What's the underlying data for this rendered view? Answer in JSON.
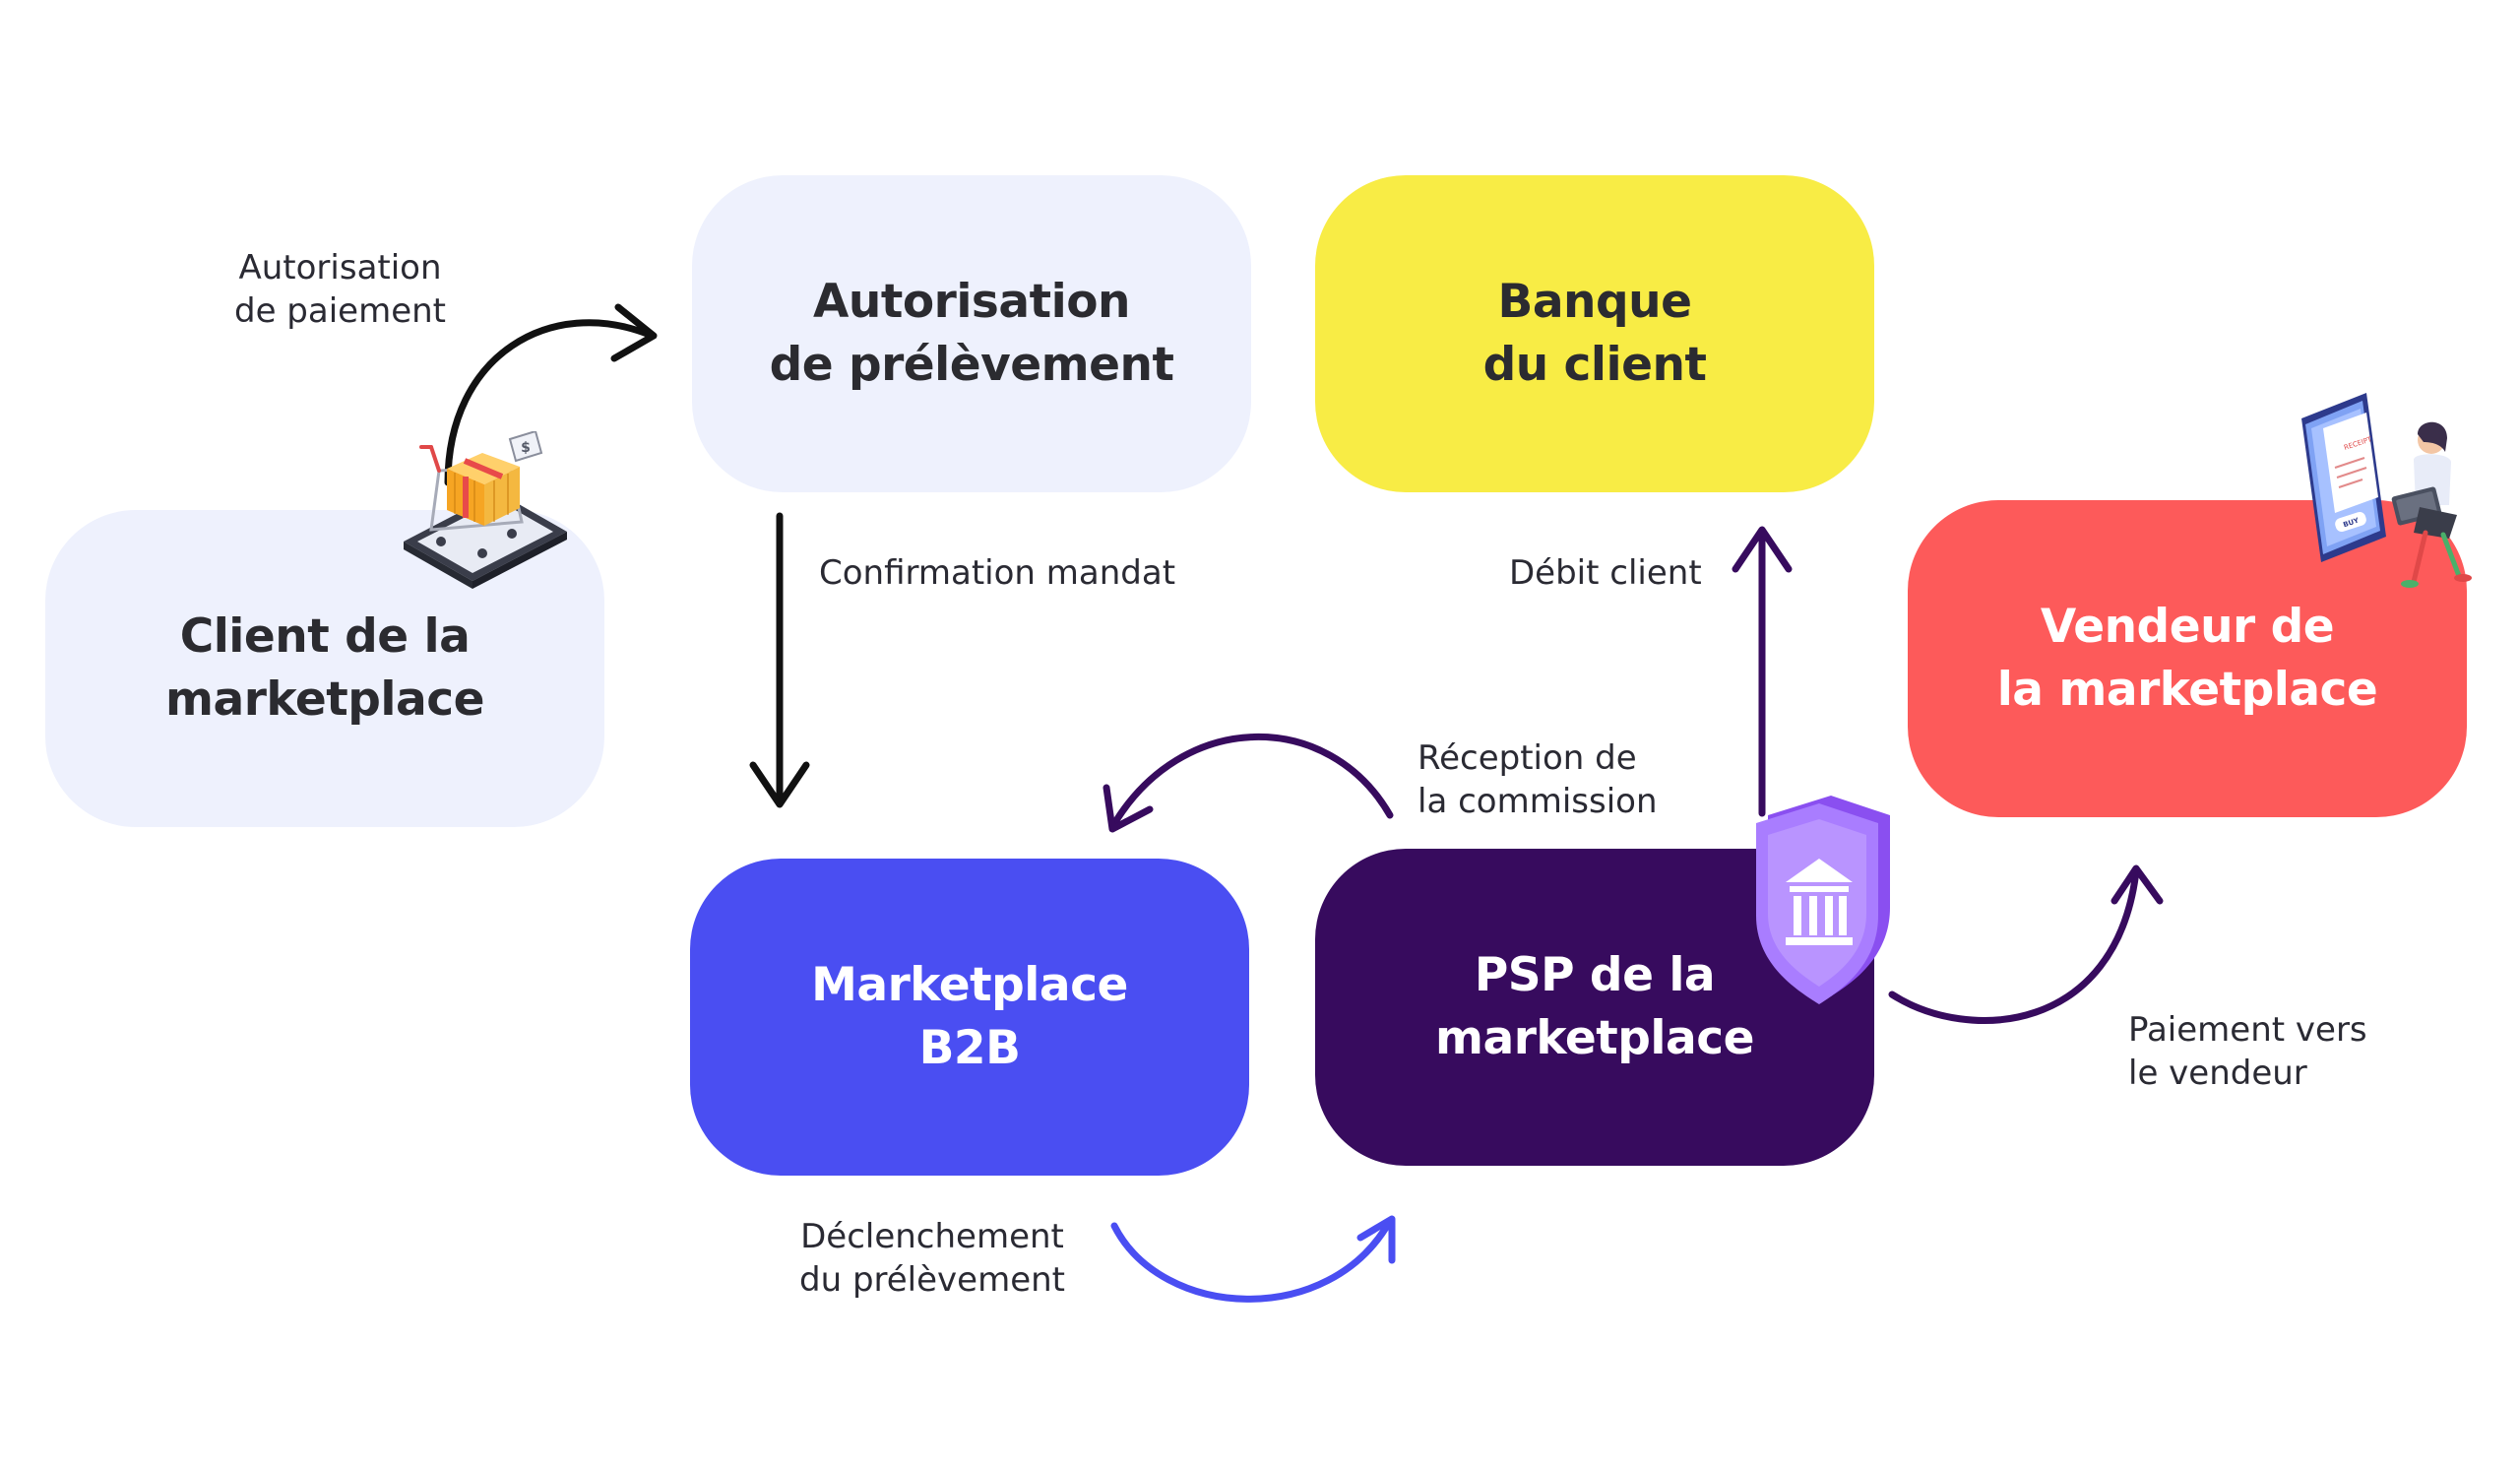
{
  "nodes": {
    "client": {
      "lines": [
        "Client de la",
        "marketplace"
      ],
      "color": "#eef1fd",
      "text_color": "#2b2b30"
    },
    "autorisation": {
      "lines": [
        "Autorisation",
        "de prélèvement"
      ],
      "color": "#eef1fd",
      "text_color": "#2b2b30"
    },
    "banque": {
      "lines": [
        "Banque",
        "du client"
      ],
      "color": "#f8ec45",
      "text_color": "#2b2b30"
    },
    "vendeur": {
      "lines": [
        "Vendeur de",
        "la marketplace"
      ],
      "color": "#fd5a5a",
      "text_color": "#ffffff"
    },
    "marketplace": {
      "lines": [
        "Marketplace",
        "B2B"
      ],
      "color": "#4a4ef2",
      "text_color": "#ffffff"
    },
    "psp": {
      "lines": [
        "PSP de la",
        "marketplace"
      ],
      "color": "#370b5e",
      "text_color": "#ffffff"
    }
  },
  "edges": {
    "autorisation_paiement": {
      "lines": [
        "Autorisation",
        "de paiement"
      ],
      "from": "client",
      "to": "autorisation",
      "color": "#111111"
    },
    "confirmation_mandat": {
      "lines": [
        "Confirmation mandat"
      ],
      "from": "autorisation",
      "to": "marketplace",
      "color": "#111111"
    },
    "debit_client": {
      "lines": [
        "Débit client"
      ],
      "from": "psp",
      "to": "banque",
      "color": "#370b5e"
    },
    "reception_commission": {
      "lines": [
        "Réception de",
        "la commission"
      ],
      "from": "psp",
      "to": "marketplace",
      "color": "#370b5e"
    },
    "declenchement": {
      "lines": [
        "Déclenchement",
        "du prélèvement"
      ],
      "from": "marketplace",
      "to": "psp",
      "color": "#4a4ef2"
    },
    "paiement_vendeur": {
      "lines": [
        "Paiement vers",
        "le vendeur"
      ],
      "from": "psp",
      "to": "vendeur",
      "color": "#370b5e"
    }
  },
  "illustrations": {
    "client": {
      "icon": "shopping-cart-tablet-icon",
      "price_tag": "$"
    },
    "psp": {
      "icon": "bank-shield-icon"
    },
    "vendeur": {
      "icon": "seller-phone-receipt-icon",
      "receipt_text": "RECEIPT",
      "button_text": "BUY"
    }
  }
}
